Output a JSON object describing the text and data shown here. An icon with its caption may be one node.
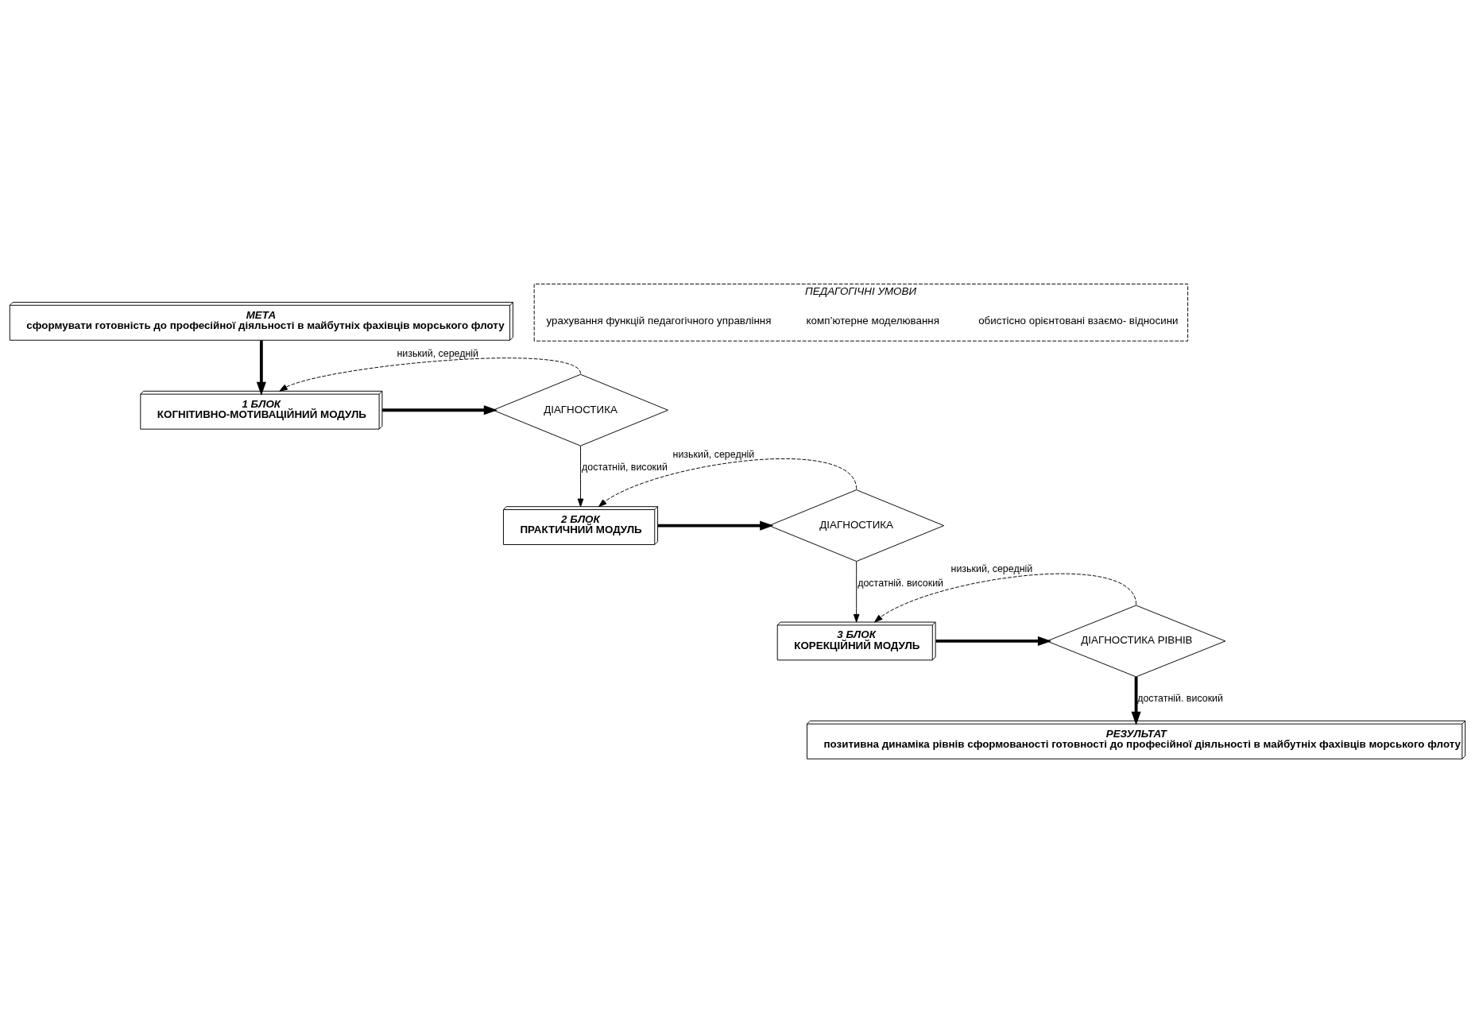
{
  "diagram": {
    "nodes": [
      {
        "text": [
          "МЕТА",
          "сформувати готовність до професійної діяльності в майбутніх фахівців морського флоту"
        ]
      },
      {
        "text": [
          "ПЕДАГОГІЧНІ УМОВИ"
        ]
      },
      {
        "text": [
          "обистісно орієнтовані взаємо- відносини"
        ],
        "in": 1
      },
      {
        "text": [
          "комп’ютерне моделювання"
        ],
        "in": 1
      },
      {
        "text": [
          "урахування функцій педагогічного управління"
        ],
        "in": 1
      },
      {
        "text": [
          "1 БЛОК",
          "КОГНІТИВНО-МОТИВАЦІЙНИЙ МОДУЛЬ"
        ]
      },
      {
        "text": [
          "2 БЛОК",
          "ПРАКТИЧНИЙ МОДУЛЬ"
        ]
      },
      {
        "text": [
          "3 БЛОК",
          "КОРЕКЦІЙНИЙ МОДУЛЬ"
        ]
      },
      {
        "text": [
          "ДІАГНОСТИКА"
        ]
      },
      {
        "text": [
          "ДІАГНОСТИКА"
        ]
      },
      {
        "text": [
          "ДІАГНОСТИКА РІВНІВ"
        ]
      },
      {
        "text": [
          "РЕЗУЛЬТАТ",
          "позитивна динаміка рівнів сформованості готовності до професійної діяльності в майбутніх фахівців морського флоту"
        ]
      }
    ],
    "edges": [
      {
        "from": 0,
        "to": 5,
        "arrow": "to",
        "style": "thick"
      },
      {
        "from": 5,
        "to": 8,
        "arrow": "to",
        "style": "thick"
      },
      {
        "from": 8,
        "to": 5,
        "arrow": "to",
        "style": "dashed",
        "label": "низький, середній"
      },
      {
        "from": 8,
        "to": 6,
        "arrow": "to",
        "label": "достатній, високий"
      },
      {
        "from": 6,
        "to": 9,
        "arrow": "to",
        "style": "thick"
      },
      {
        "from": 9,
        "to": 6,
        "arrow": "to",
        "style": "dashed",
        "label": "низький, середній"
      },
      {
        "from": 9,
        "to": 7,
        "arrow": "to",
        "label": "достатній. високий"
      },
      {
        "from": 7,
        "to": 10,
        "arrow": "to",
        "style": "thick"
      },
      {
        "from": 10,
        "to": 7,
        "arrow": "to",
        "style": "dashed",
        "label": "низький, середній"
      },
      {
        "from": 10,
        "to": 11,
        "arrow": "to",
        "style": "thick",
        "label": "достатній. високий"
      }
    ]
  }
}
